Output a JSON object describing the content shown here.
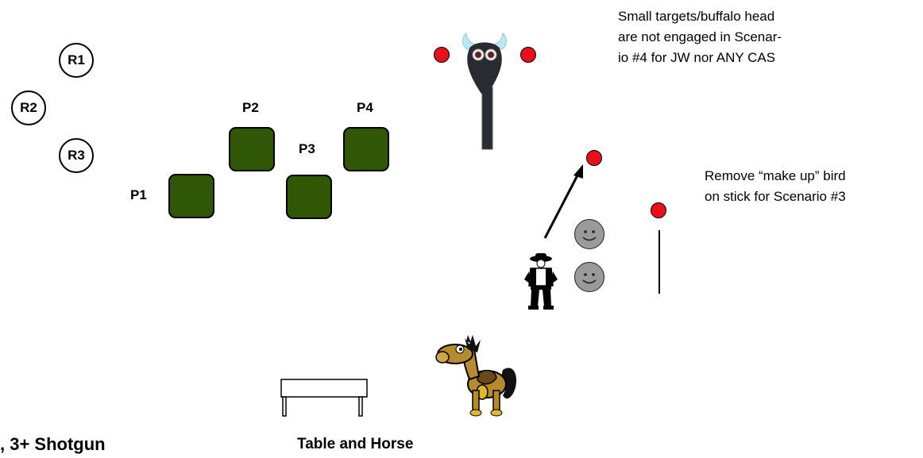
{
  "rifle_targets": [
    "R1",
    "R2",
    "R3"
  ],
  "pistol_targets": [
    "P1",
    "P2",
    "P3",
    "P4"
  ],
  "notes": {
    "small_targets_line1": "Small targets/buffalo head",
    "small_targets_line2": "are not engaged in Scenar-",
    "small_targets_line3": "io #4 for JW nor ANY CAS",
    "bird_line1": "Remove “make up” bird",
    "bird_line2": "on stick for Scenario #3"
  },
  "labels": {
    "shotgun": ", 3+ Shotgun",
    "table_horse": "Table and Horse"
  },
  "colors": {
    "pistol_fill": "#2f5705",
    "red_target": "#e8101a",
    "smiley_fill": "#9a9a9a"
  },
  "icons": [
    "buffalo-head-target",
    "cowboy-shooter-icon",
    "horse-icon",
    "table-icon",
    "smiley-target-icon",
    "arrow-icon"
  ]
}
